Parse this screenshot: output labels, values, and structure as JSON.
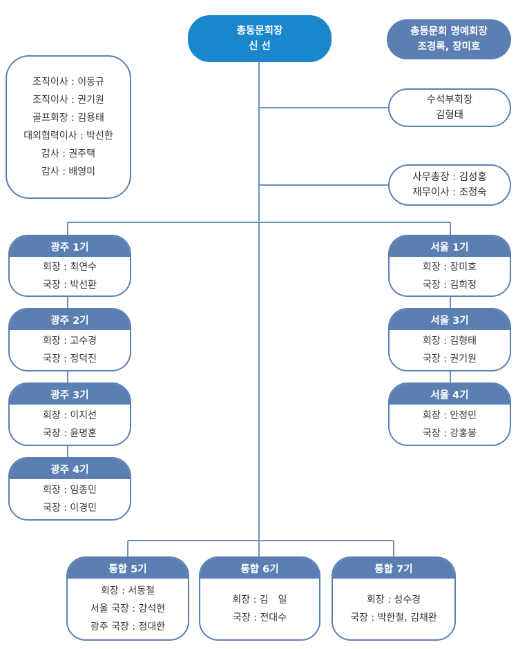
{
  "chairman": {
    "title": "총동문회장",
    "name": "신 선"
  },
  "honorary": {
    "title": "총동문회 명예회장",
    "names": "조경록, 장미호"
  },
  "vice_chair": {
    "title": "수석부회장",
    "name": "김형태"
  },
  "secretariat": {
    "line1": "사무총장 : 김성홍",
    "line2": "재무이사 : 조정숙"
  },
  "board": {
    "lines": [
      "조직이사 : 이동규",
      "조직이사 : 권기원",
      "골프회장 : 김용태",
      "대외협력이사 : 박선한",
      "감사 : 권주택",
      "감사 : 배영미"
    ]
  },
  "gwangju": [
    {
      "title": "광주 1기",
      "lines": [
        "회장 : 최연수",
        "국장 : 박선환"
      ]
    },
    {
      "title": "광주 2기",
      "lines": [
        "회장 : 고수경",
        "국장 : 정덕진"
      ]
    },
    {
      "title": "광주 3기",
      "lines": [
        "회장 : 이지선",
        "국장 : 윤명훈"
      ]
    },
    {
      "title": "광주 4기",
      "lines": [
        "회장 : 임종민",
        "국장 : 이경민"
      ]
    }
  ],
  "seoul": [
    {
      "title": "서울 1기",
      "lines": [
        "회장 : 장미호",
        "국장 : 김희정"
      ]
    },
    {
      "title": "서울 3기",
      "lines": [
        "회장 : 김형태",
        "국장 : 권기원"
      ]
    },
    {
      "title": "서울 4기",
      "lines": [
        "회장 : 안정민",
        "국장 : 강홍봉"
      ]
    }
  ],
  "integrated": [
    {
      "title": "통합 5기",
      "lines": [
        "회장 : 서동철",
        "서울 국장 : 강석현",
        "광주 국장 : 정대한"
      ]
    },
    {
      "title": "통합 6기",
      "lines": [
        "회장 : 김　일",
        "국장 : 전대수"
      ]
    },
    {
      "title": "통합 7기",
      "lines": [
        "회장 : 성수경",
        "국장 : 박한철, 김채완"
      ]
    }
  ],
  "colors": {
    "primary": "#1a86cc",
    "secondary": "#5b7fb2",
    "line": "#6f8fbf"
  }
}
